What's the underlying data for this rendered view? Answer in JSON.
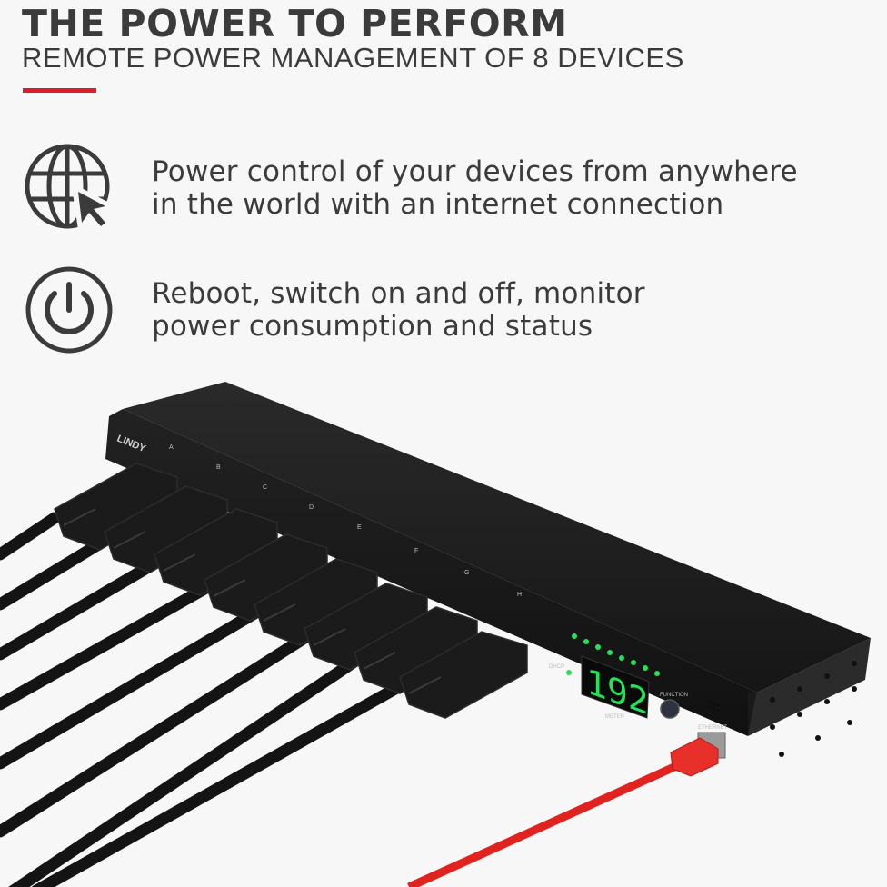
{
  "header": {
    "title": "THE POWER TO PERFORM",
    "subtitle": "REMOTE POWER MANAGEMENT OF 8 DEVICES"
  },
  "features": [
    {
      "icon": "globe-cursor-icon",
      "lines": [
        "Power control of your devices from anywhere",
        "in the world with an internet connection"
      ]
    },
    {
      "icon": "power-icon",
      "lines": [
        "Reboot, switch on and off, monitor",
        "power consumption and status"
      ]
    }
  ],
  "device": {
    "brand": "LINDY",
    "outlets": [
      "A",
      "B",
      "C",
      "D",
      "E",
      "F",
      "G",
      "H"
    ],
    "display_value": "192",
    "dhcp_label": "DHCP",
    "meter_label": "METER",
    "function_label": "FUNCTION",
    "ethernet_label": "ETHERNET"
  },
  "colors": {
    "accent": "#d81e2b",
    "text": "#3b3b3b",
    "led": "#27e05a",
    "cable_red": "#e0231f",
    "chassis": "#1f1f1f"
  }
}
